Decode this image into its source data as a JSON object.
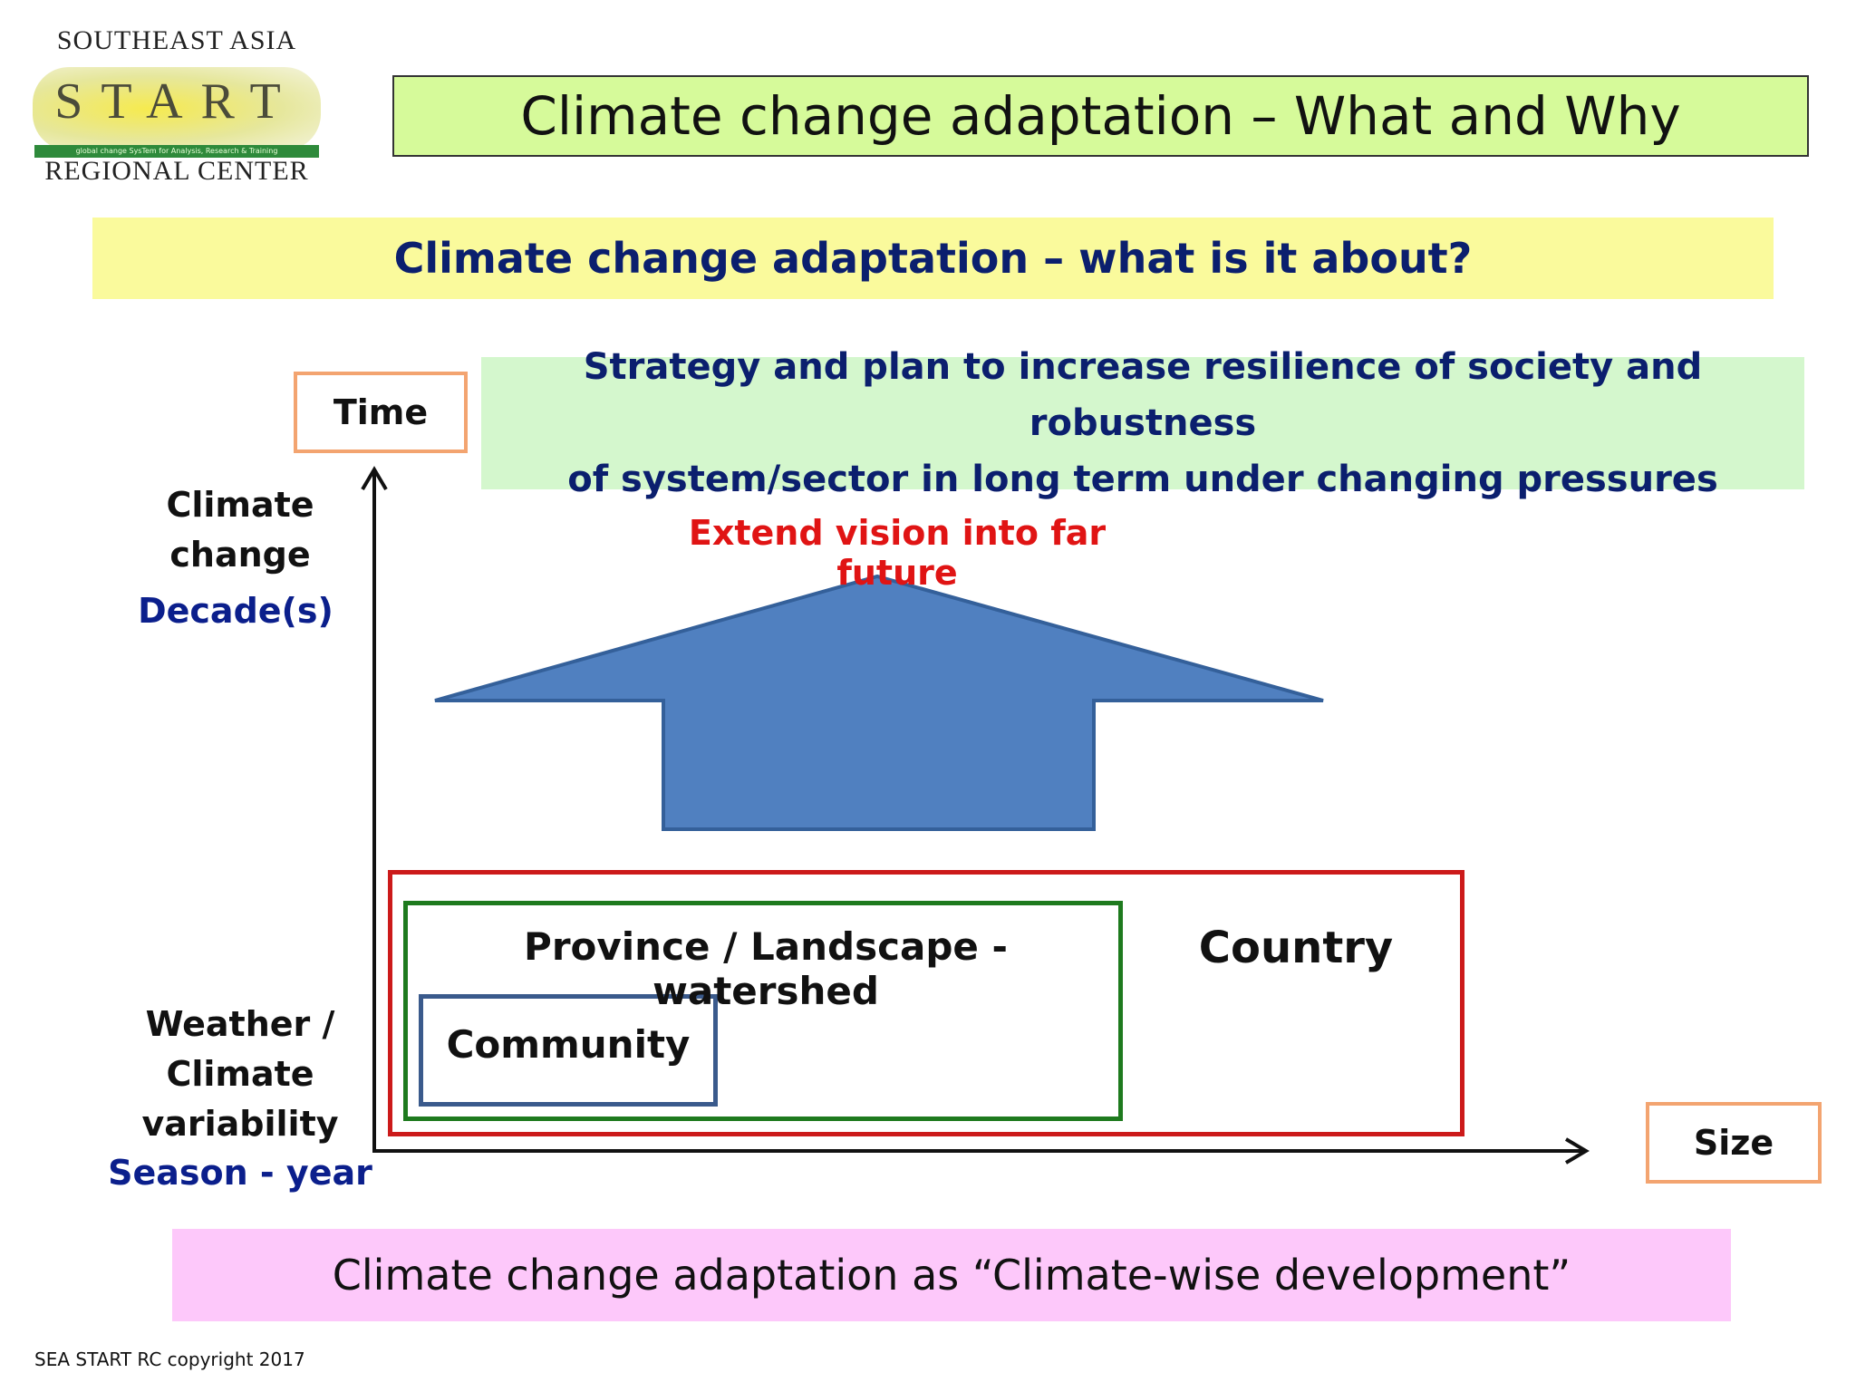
{
  "logo": {
    "top_text": "SOUTHEAST ASIA",
    "letters": "START",
    "strip_text": "global change SysTem for Analysis, Research & Training",
    "bottom_text": "REGIONAL CENTER"
  },
  "title": "Climate change adaptation – What and Why",
  "subtitle": "Climate change adaptation – what is it about?",
  "strategy": {
    "line1": "Strategy and plan to increase resilience of society and robustness",
    "line2": "of system/sector in long term under changing pressures"
  },
  "axes": {
    "y_label": "Time",
    "x_label": "Size"
  },
  "y_levels": {
    "top_label_line1": "Climate",
    "top_label_line2": "change",
    "top_unit": "Decade(s)",
    "bottom_label_line1": "Weather /",
    "bottom_label_line2": "Climate",
    "bottom_label_line3": "variability",
    "bottom_unit": "Season - year"
  },
  "arrow_caption": "Extend vision into far future",
  "scales": {
    "country": "Country",
    "province": "Province / Landscape - watershed",
    "community": "Community"
  },
  "bottom_banner": "Climate change adaptation as “Climate-wise development”",
  "copyright": "SEA START RC copyright 2017",
  "colors": {
    "title_bg": "#d6fa9a",
    "subtitle_bg": "#fafa9c",
    "strategy_bg": "#d4f7cd",
    "banner_bg": "#fdc8fa",
    "arrow_fill": "#5080c0",
    "country_border": "#cc1a1a",
    "province_border": "#1e7a1e",
    "community_border": "#3a5a8c",
    "axis_box_border": "#f3a470",
    "dark_blue_text": "#0b1f6e",
    "red_text": "#e01414"
  }
}
